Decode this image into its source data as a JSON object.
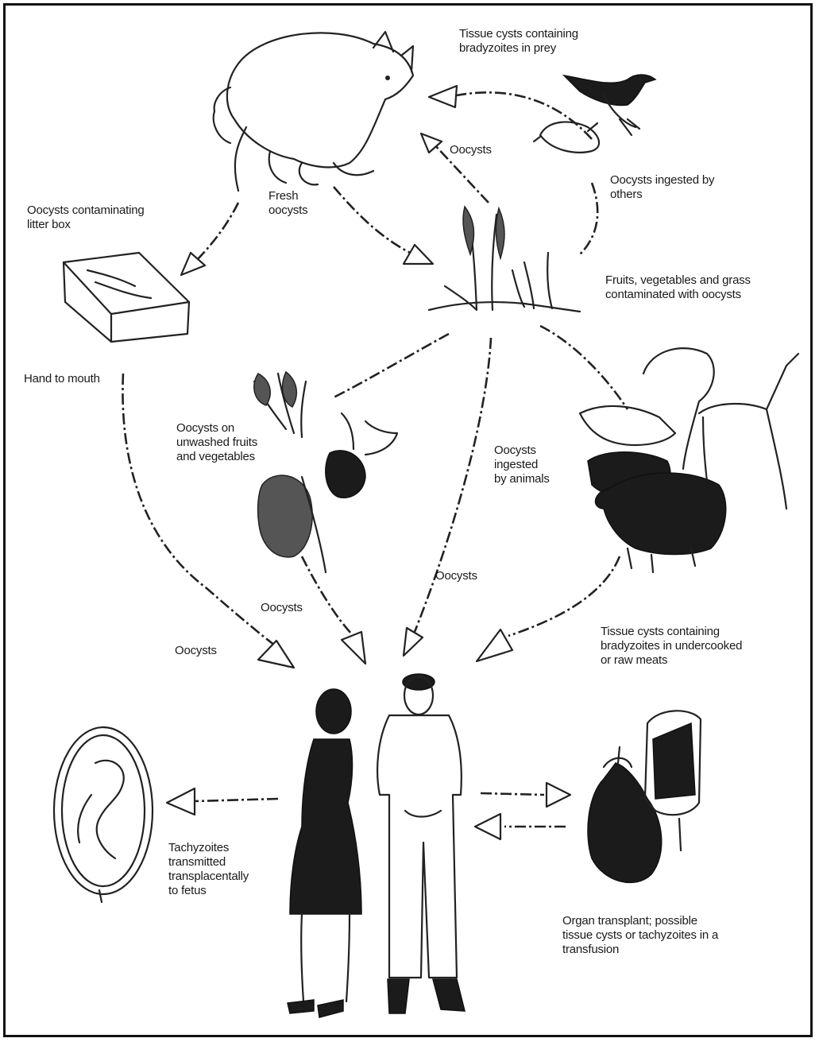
{
  "labels": {
    "tissue_cysts_prey": "Tissue cysts containing\nbradyzoites in prey",
    "oocysts_top": "Oocysts",
    "oocysts_ingested_cat": "Oocysts ingested by\nothers",
    "fresh_oocysts": "Fresh\noocysts",
    "litter_box": "Oocysts contaminating\nlitter box",
    "fruits_vegetables": "Fruits, vegetables and grass\ncontaminated with oocysts",
    "hand_to_mouth": "Hand to mouth",
    "oocysts_unwashed": "Oocysts on\nunwashed fruits\nand vegetables",
    "oocysts_ingested_animals": "Oocysts\ningested\nby animals",
    "oocysts_center": "Oocysts",
    "oocysts_mid_left": "Oocysts",
    "oocysts_left": "Oocysts",
    "tissue_cysts_meat": "Tissue cysts containing\nbradyzoites in undercooked\nor raw meats",
    "tachyzoites_fetus": "Tachyzoites\ntransmitted\ntransplacentally\nto fetus",
    "organ_transplant": "Organ transplant; possible\ntissue cysts or tachyzoites in a\ntransfusion"
  }
}
